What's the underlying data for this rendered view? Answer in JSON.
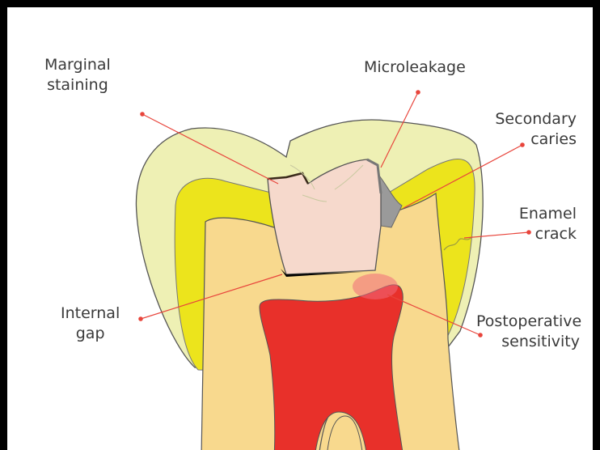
{
  "labels": {
    "marginal_staining": [
      "Marginal",
      "staining"
    ],
    "microleakage": [
      "Microleakage"
    ],
    "secondary_caries": [
      "Secondary",
      "caries"
    ],
    "enamel_crack": [
      "Enamel",
      "crack"
    ],
    "internal_gap": [
      "Internal",
      "gap"
    ],
    "postoperative_sensitivity": [
      "Postoperative",
      "sensitivity"
    ]
  },
  "colors": {
    "enamel": "#eef0b4",
    "enamel_inner": "#ece41c",
    "dentin": "#f8d98e",
    "pulp": "#e8302a",
    "restoration": "#f6d9cc",
    "caries": "#9a9a9a",
    "leader_line": "#e8453c",
    "outline": "#555555"
  }
}
